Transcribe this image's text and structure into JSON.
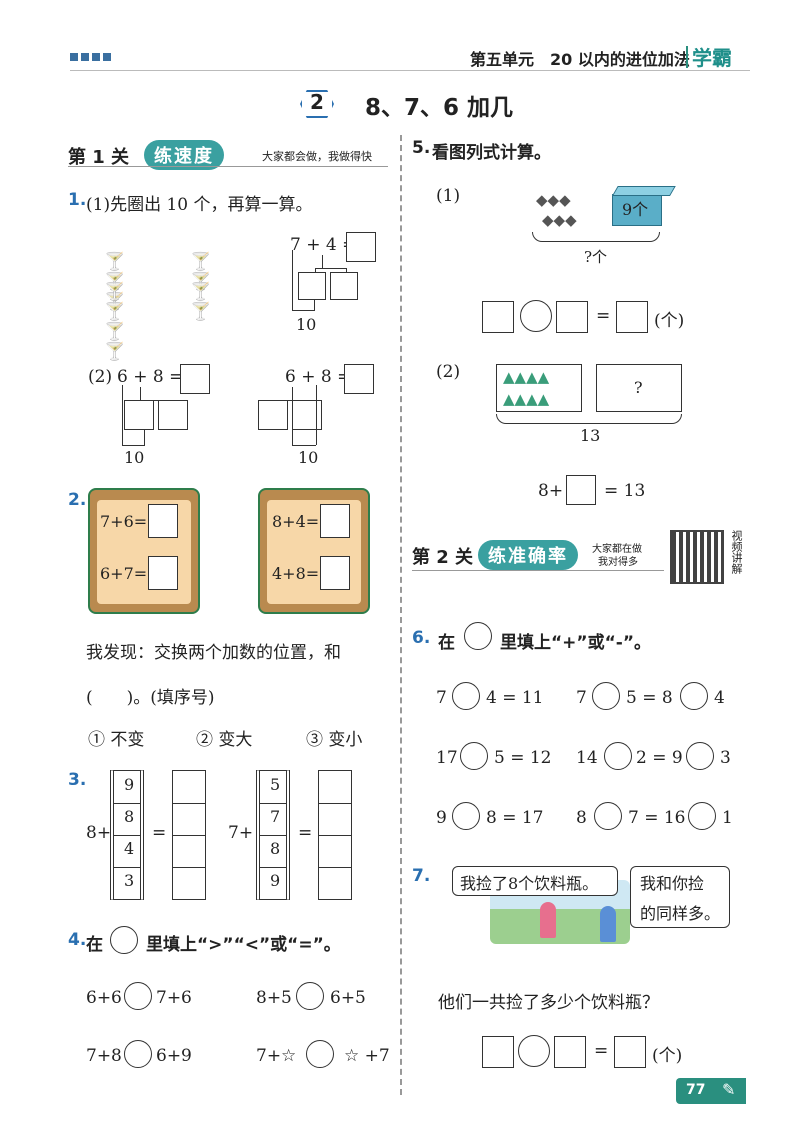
{
  "header": {
    "unit": "第五单元　20 以内的进位加法",
    "brand": "学霸",
    "lesson_num": "2",
    "lesson_title": "8、7、6 加几"
  },
  "stage1": {
    "label": "第 1 关",
    "pill": "练速度",
    "note": "大家都会做，我做得快"
  },
  "stage2": {
    "label": "第 2 关",
    "pill": "练准确率",
    "note1": "大家都在做",
    "note2": "我对得多",
    "qr_label": "视频讲解"
  },
  "q1": {
    "num": "1.",
    "prompt": "(1)先圈出 10 个，再算一算。",
    "eq1": "7 + 4 =",
    "ten": "10",
    "part2": "(2)",
    "eq2": "6 + 8 =",
    "eq3": "6 + 8 ="
  },
  "q2": {
    "num": "2.",
    "c1": [
      "7+6=",
      "6+7="
    ],
    "c2": [
      "8+4=",
      "4+8="
    ],
    "finding1": "我发现：交换两个加数的位置，和",
    "finding2": "(　　)。(填序号)",
    "options": [
      "① 不变",
      "② 变大",
      "③ 变小"
    ]
  },
  "q3": {
    "num": "3.",
    "left_prefix": "8+",
    "left_vals": [
      "9",
      "8",
      "4",
      "3"
    ],
    "right_prefix": "7+",
    "right_vals": [
      "5",
      "7",
      "8",
      "9"
    ],
    "eq": "="
  },
  "q4": {
    "num": "4.",
    "prompt_a": "在",
    "prompt_b": "里填上“>”“<”或“=”。",
    "rows": [
      [
        "6+6",
        "7+6",
        "8+5",
        "6+5"
      ],
      [
        "7+8",
        "6+9",
        "7+☆",
        "☆ +7"
      ]
    ]
  },
  "q5": {
    "num": "5.",
    "prompt": "看图列式计算。",
    "p1": "(1)",
    "box_label": "9个",
    "total": "?个",
    "eq": "=",
    "unit": "(个)",
    "p2": "(2)",
    "q": "?",
    "total2": "13",
    "eq2_a": "8+",
    "eq2_b": "= 13"
  },
  "q6": {
    "num": "6.",
    "prompt_a": "在",
    "prompt_b": "里填上“+”或“-”。",
    "rows": [
      [
        "7",
        "4 = 11",
        "7",
        "5 = 8",
        "4"
      ],
      [
        "17",
        "5 = 12",
        "14",
        "2 = 9",
        "3"
      ],
      [
        "9",
        "8 = 17",
        "8",
        "7 = 16",
        "1"
      ]
    ]
  },
  "q7": {
    "num": "7.",
    "bubble1": "我捡了8个饮料瓶。",
    "bubble2a": "我和你捡",
    "bubble2b": "的同样多。",
    "question": "他们一共捡了多少个饮料瓶？",
    "eq": "=",
    "unit": "(个)"
  },
  "footer": {
    "page": "77"
  }
}
